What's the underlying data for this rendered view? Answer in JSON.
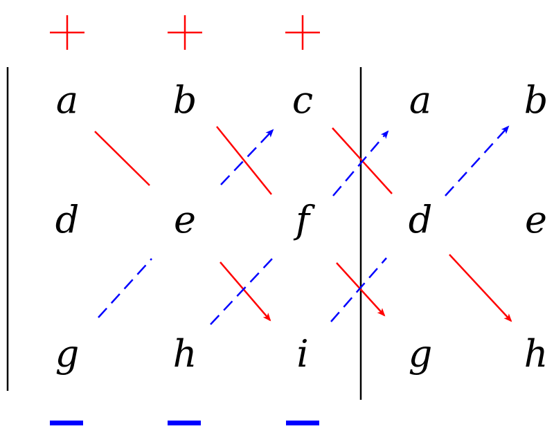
{
  "matrix": {
    "rows": [
      [
        "a",
        "b",
        "c"
      ],
      [
        "d",
        "e",
        "f"
      ],
      [
        "g",
        "h",
        "i"
      ]
    ]
  },
  "repeated_columns": {
    "rows": [
      [
        "a",
        "b"
      ],
      [
        "d",
        "e"
      ],
      [
        "g",
        "h"
      ]
    ]
  },
  "signs": {
    "top": [
      "+",
      "+",
      "+"
    ],
    "bottom": [
      "−",
      "−",
      "−"
    ]
  },
  "colors": {
    "positive": "#ff0000",
    "negative": "#0000ff",
    "ink": "#000000"
  }
}
